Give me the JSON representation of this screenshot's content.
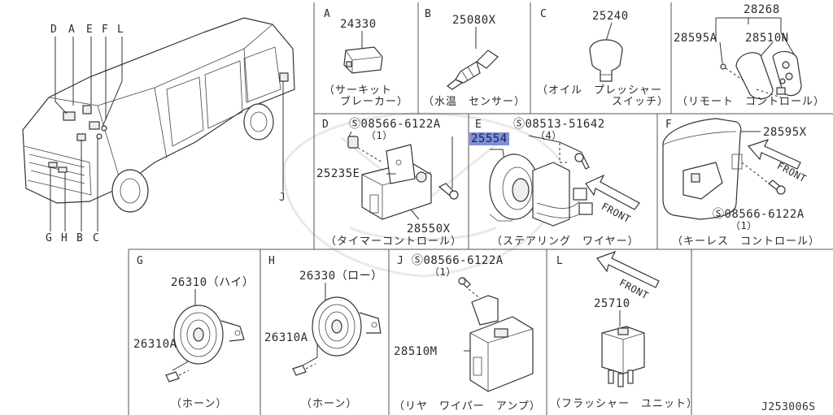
{
  "diagram_id": "J253006S",
  "vehicle_callouts": [
    "D",
    "A",
    "E",
    "F",
    "L",
    "G",
    "H",
    "B",
    "C",
    "J"
  ],
  "panels": {
    "A": {
      "letter": "A",
      "part": "24330",
      "caption1": "（サーキット",
      "caption2": "ブレーカー）"
    },
    "B": {
      "letter": "B",
      "part": "25080X",
      "caption": "（水温　センサー）"
    },
    "C": {
      "letter": "C",
      "part": "25240",
      "caption1": "（オイル　プレッシャー",
      "caption2": "スイッチ）"
    },
    "remote": {
      "part_top": "28268",
      "part_a": "28595A",
      "part_b": "28510N",
      "caption": "（リモート　コントロール）"
    },
    "D": {
      "letter": "D",
      "bolt": "Ⓢ08566-6122A",
      "bolt_qty": "（1）",
      "part_a": "25235E",
      "part_b": "28550X",
      "caption": "（タイマーコントロール）"
    },
    "E": {
      "letter": "E",
      "bolt": "Ⓢ08513-51642",
      "bolt_qty": "（4）",
      "part": "25554",
      "front": "FRONT",
      "caption": "（ステアリング　ワイヤー）"
    },
    "F": {
      "letter": "F",
      "part": "28595X",
      "bolt": "Ⓢ08566-6122A",
      "bolt_qty": "（1）",
      "front": "FRONT",
      "caption": "（キーレス　コントロール）"
    },
    "G": {
      "letter": "G",
      "part": "26310（ハイ）",
      "part_b": "26310A",
      "caption": "（ホーン）"
    },
    "H": {
      "letter": "H",
      "part": "26330（ロー）",
      "part_b": "26310A",
      "caption": "（ホーン）"
    },
    "J": {
      "letter": "J",
      "bolt": "Ⓢ08566-6122A",
      "bolt_qty": "（1）",
      "part": "28510M",
      "caption": "（リヤ　ワイパー　アンプ）"
    },
    "L": {
      "letter": "L",
      "part": "25710",
      "front": "FRONT",
      "caption": "（フラッシャー　ユニット）"
    }
  }
}
